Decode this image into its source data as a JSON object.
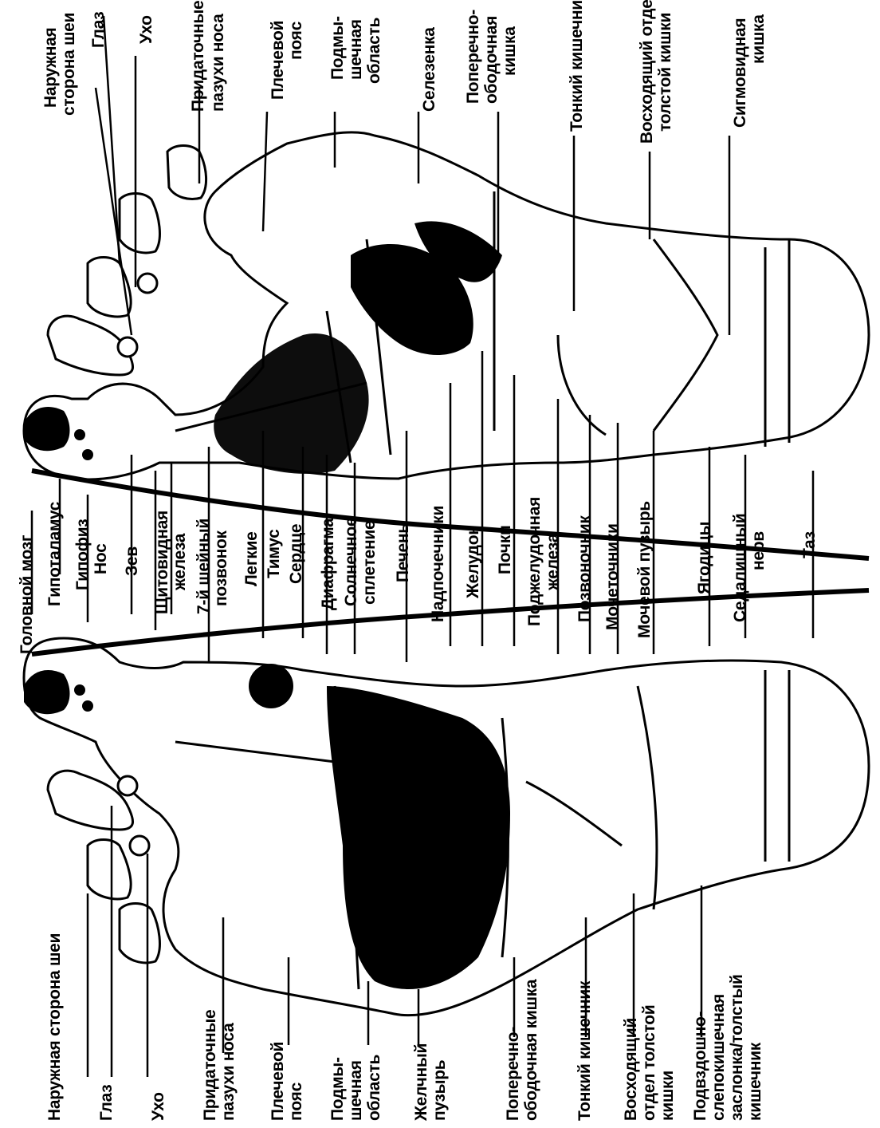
{
  "labels": {
    "head_brain": "Головной мозг",
    "hypothalamus": "Гипоталамус",
    "pituitary": "Гипофиз",
    "nose": "Нос",
    "throat": "Зев",
    "thyroid_1": "Щитовидная",
    "thyroid_2": "железа",
    "c7_1": "7-й шейный",
    "c7_2": "позвонок",
    "lungs": "Легкие",
    "thymus": "Тимус",
    "heart": "Сердце",
    "diaphragm": "Диафрагма",
    "solar_1": "Солнечное",
    "solar_2": "сплетение",
    "liver": "Печень",
    "adrenals": "Надпочечники",
    "stomach": "Желудок",
    "kidneys": "Почки",
    "pancreas_1": "Поджелудочная",
    "pancreas_2": "железа",
    "spine": "Позвоночник",
    "ureters": "Мочеточники",
    "bladder": "Мочевой пузырь",
    "buttocks": "Ягодицы",
    "sciatic_1": "Седалищный",
    "sciatic_2": "нерв",
    "pelvis": "Таз",
    "r_neck_1": "Наружная",
    "r_neck_2": "сторона шеи",
    "r_eye": "Глаз",
    "r_ear": "Ухо",
    "r_sinus_1": "Придаточные",
    "r_sinus_2": "пазухи носа",
    "r_shoulder_1": "Плечевой",
    "r_shoulder_2": "пояс",
    "r_axilla_1": "Подмы-",
    "r_axilla_2": "шечная",
    "r_axilla_3": "область",
    "r_spleen": "Селезенка",
    "r_transverse_1": "Поперечно-",
    "r_transverse_2": "ободочная",
    "r_transverse_3": "кишка",
    "r_small_int": "Тонкий кишечник",
    "r_desc_1": "Восходящий отдел",
    "r_desc_2": "толстой кишки",
    "r_sigmoid_1": "Сигмовидная",
    "r_sigmoid_2": "кишка",
    "l_neck": "Наружная сторона шеи",
    "l_eye": "Глаз",
    "l_ear": "Ухо",
    "l_sinus_1": "Придаточные",
    "l_sinus_2": "пазухи носа",
    "l_shoulder_1": "Плечевой",
    "l_shoulder_2": "пояс",
    "l_axilla_1": "Подмы-",
    "l_axilla_2": "шечная",
    "l_axilla_3": "область",
    "l_gall_1": "Желчный",
    "l_gall_2": "пузырь",
    "l_transverse_1": "Поперечно-",
    "l_transverse_2": "ободочная кишка",
    "l_small_int": "Тонкий кишечник",
    "l_asc_1": "Восходящий",
    "l_asc_2": "отдел толстой",
    "l_asc_3": "кишки",
    "l_valve_1": "Подвздошно-",
    "l_valve_2": "слепокишечная",
    "l_valve_3": "заслонка/толстый",
    "l_valve_4": "кишечник"
  },
  "colors": {
    "ink": "#000000",
    "paper": "#ffffff"
  }
}
